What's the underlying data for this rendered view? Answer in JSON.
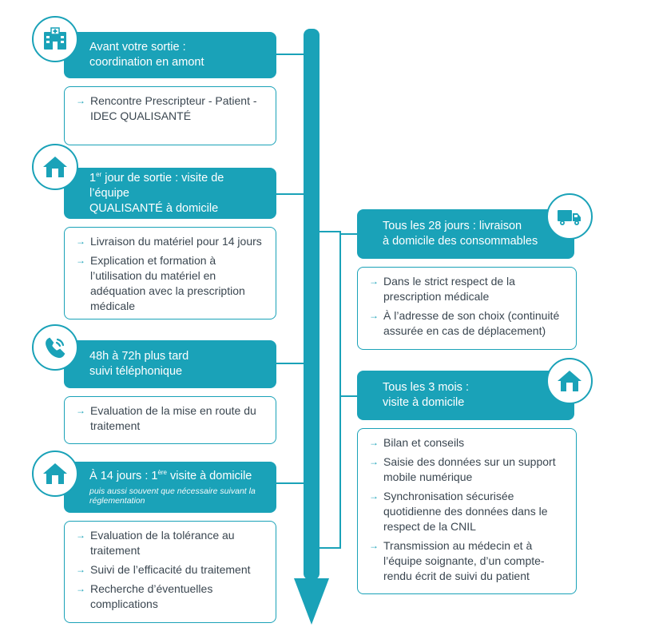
{
  "colors": {
    "accent": "#1aa2b8",
    "text": "#3a4650"
  },
  "left_steps": [
    {
      "icon": "hospital-icon",
      "header_lines": [
        "Avant votre sortie :",
        "coordination en amont"
      ],
      "items": [
        "Rencontre Prescripteur - Patient - IDEC QUALISANTÉ"
      ]
    },
    {
      "icon": "home-icon",
      "header_prefix": "1",
      "header_sup": "er",
      "header_line1_rest": " jour de sortie : visite de l’équipe",
      "header_line2": "QUALISANTÉ à domicile",
      "items": [
        "Livraison du matériel pour 14 jours",
        "Explication et formation à l’utilisation du matériel en adéquation avec la prescription médicale"
      ]
    },
    {
      "icon": "phone-icon",
      "header_lines": [
        "48h à 72h plus tard",
        "suivi téléphonique"
      ],
      "items": [
        "Evaluation de la mise en route du traitement"
      ]
    },
    {
      "icon": "home-icon",
      "header_prefix": "À 14 jours : 1",
      "header_sup": "ère",
      "header_line1_rest": " visite à domicile",
      "header_sub": "puis aussi souvent que nécessaire suivant la réglementation",
      "items": [
        "Evaluation de la tolérance au traitement",
        "Suivi de l’efficacité du traitement",
        "Recherche d’éventuelles complications"
      ]
    }
  ],
  "right_steps": [
    {
      "icon": "truck-icon",
      "header_lines": [
        "Tous les 28 jours : livraison",
        "à domicile des consommables"
      ],
      "items": [
        "Dans le strict respect de la prescription médicale",
        "À l’adresse de son choix (continuité assurée en cas de déplacement)"
      ]
    },
    {
      "icon": "home-icon",
      "header_lines": [
        "Tous les 3 mois :",
        "visite à domicile"
      ],
      "items": [
        "Bilan et conseils",
        "Saisie des données sur un support mobile numérique",
        "Synchronisation sécurisée quotidienne des données dans le respect de la CNIL",
        "Transmission au médecin et à l’équipe soignante, d’un compte-rendu écrit de suivi du patient"
      ]
    }
  ]
}
